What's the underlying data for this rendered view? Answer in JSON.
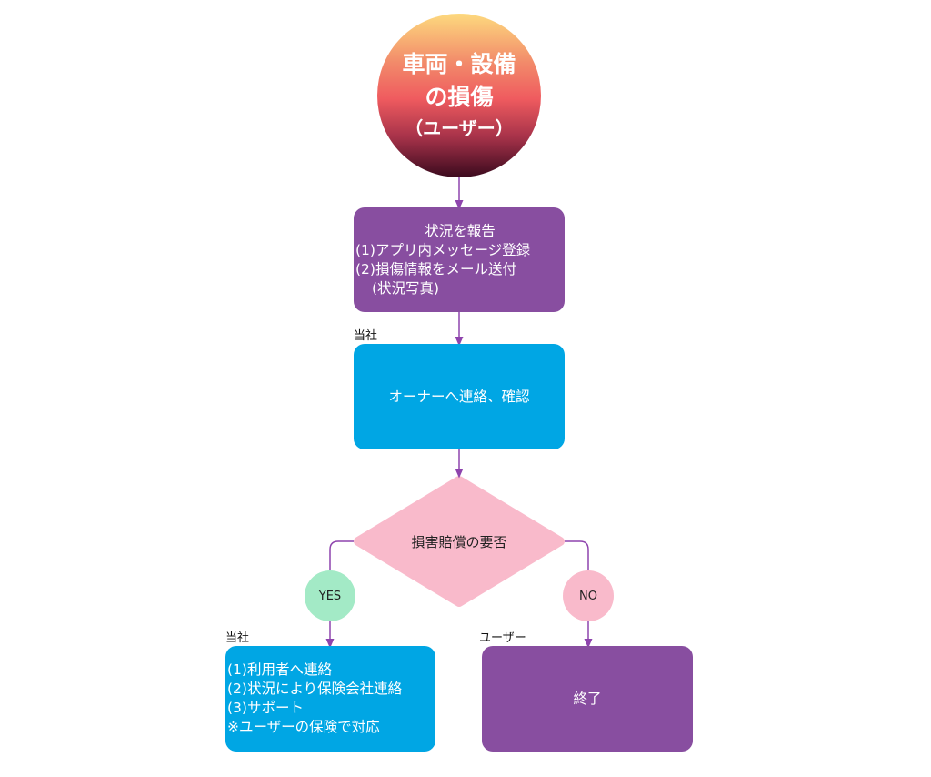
{
  "start": {
    "line1": "車両・設備",
    "line2": "の損傷",
    "line3": "（ユーザー）"
  },
  "report": {
    "title": "状況を報告",
    "item1": "(1)アプリ内メッセージ登録",
    "item2": "(2)損傷情報をメール送付",
    "item3": "(状況写真)"
  },
  "label_company_1": "当社",
  "contact_owner": "オーナーへ連絡、確認",
  "decision": "損害賠償の要否",
  "yes": "YES",
  "no": "NO",
  "label_company_2": "当社",
  "label_user": "ユーザー",
  "yes_box": {
    "item1": "(1)利用者へ連絡",
    "item2": "(2)状況により保険会社連絡",
    "item3": "(3)サポート",
    "note": "※ユーザーの保険で対応"
  },
  "end": "終了",
  "colors": {
    "purple": "#884ea0",
    "blue": "#00a6e4",
    "pink": "#f9bacb",
    "green": "#a3eac6",
    "line": "#8e44ad"
  }
}
